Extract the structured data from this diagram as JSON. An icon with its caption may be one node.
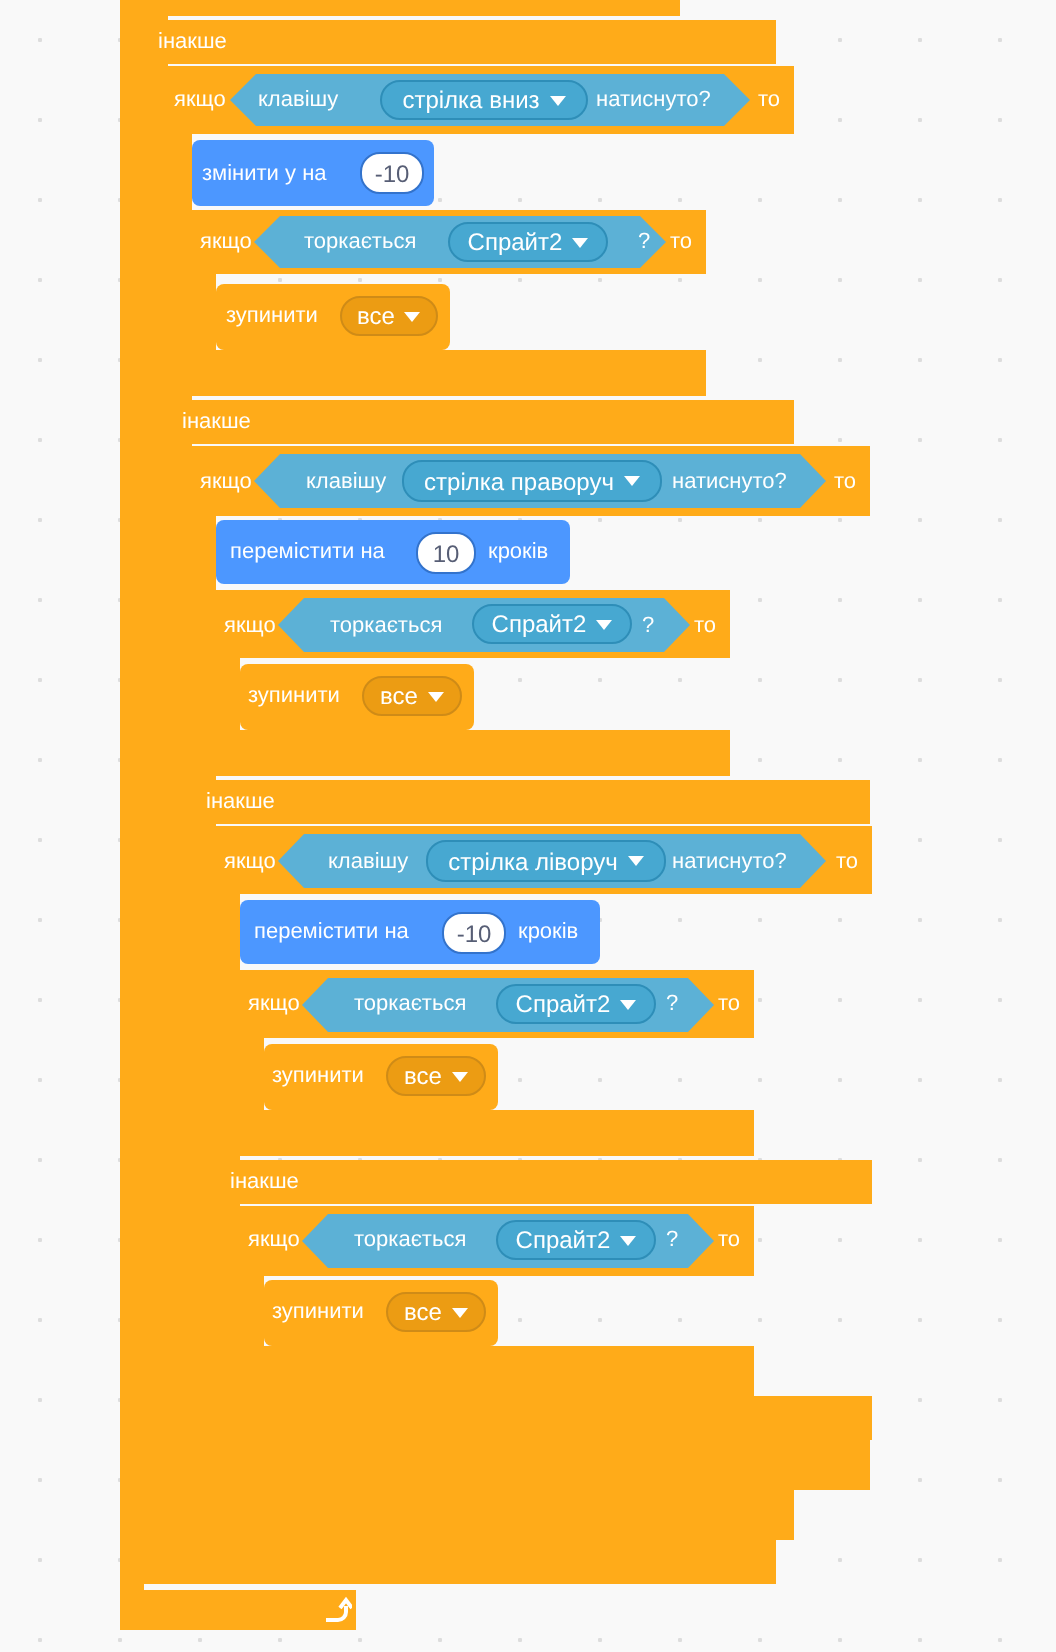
{
  "diagram": {
    "nodes": [
      {
        "text": [],
        "shape": "box"
      },
      {
        "text": [
          "інакше"
        ],
        "in": 0
      },
      {
        "text": [
          "якщо",
          "то",
          "інакше"
        ],
        "in": 1
      },
      {
        "text": [
          "клавішу",
          "натиснуто?"
        ],
        "in": 2
      },
      {
        "text": [
          "стрілка вниз"
        ],
        "in": 3
      },
      {
        "text": [
          "змінити у на"
        ],
        "in": 2
      },
      {
        "text": [
          "-10"
        ],
        "in": 5
      },
      {
        "text": [
          "якщо",
          "то"
        ],
        "in": 2
      },
      {
        "text": [
          "торкається",
          "?"
        ],
        "in": 7
      },
      {
        "text": [
          "Спрайт2"
        ],
        "in": 8
      },
      {
        "text": [
          "зупинити"
        ],
        "in": 7
      },
      {
        "text": [
          "все"
        ],
        "in": 10
      },
      {
        "text": [
          "якщо",
          "то",
          "інакше"
        ],
        "in": 2
      },
      {
        "text": [
          "клавішу",
          "натиснуто?"
        ],
        "in": 12
      },
      {
        "text": [
          "стрілка праворуч"
        ],
        "in": 13
      },
      {
        "text": [
          "перемістити на",
          "кроків"
        ],
        "in": 12
      },
      {
        "text": [
          "10"
        ],
        "in": 15
      },
      {
        "text": [
          "якщо",
          "то"
        ],
        "in": 12
      },
      {
        "text": [
          "торкається",
          "?"
        ],
        "in": 17
      },
      {
        "text": [
          "Спрайт2"
        ],
        "in": 18
      },
      {
        "text": [
          "зупинити"
        ],
        "in": 17
      },
      {
        "text": [
          "все"
        ],
        "in": 20
      },
      {
        "text": [
          "якщо",
          "то",
          "інакше"
        ],
        "in": 12
      },
      {
        "text": [
          "клавішу",
          "натиснуто?"
        ],
        "in": 22
      },
      {
        "text": [
          "стрілка ліворуч"
        ],
        "in": 23
      },
      {
        "text": [
          "перемістити на",
          "кроків"
        ],
        "in": 22
      },
      {
        "text": [
          "-10"
        ],
        "in": 25
      },
      {
        "text": [
          "якщо",
          "то"
        ],
        "in": 22
      },
      {
        "text": [
          "торкається",
          "?"
        ],
        "in": 27
      },
      {
        "text": [
          "Спрайт2"
        ],
        "in": 28
      },
      {
        "text": [
          "зупинити"
        ],
        "in": 27
      },
      {
        "text": [
          "все"
        ],
        "in": 30
      },
      {
        "text": [
          "якщо",
          "то"
        ],
        "in": 22
      },
      {
        "text": [
          "торкається",
          "?"
        ],
        "in": 32
      },
      {
        "text": [
          "Спрайт2"
        ],
        "in": 33
      },
      {
        "text": [
          "зупинити"
        ],
        "in": 32
      },
      {
        "text": [
          "все"
        ],
        "in": 35
      }
    ]
  }
}
